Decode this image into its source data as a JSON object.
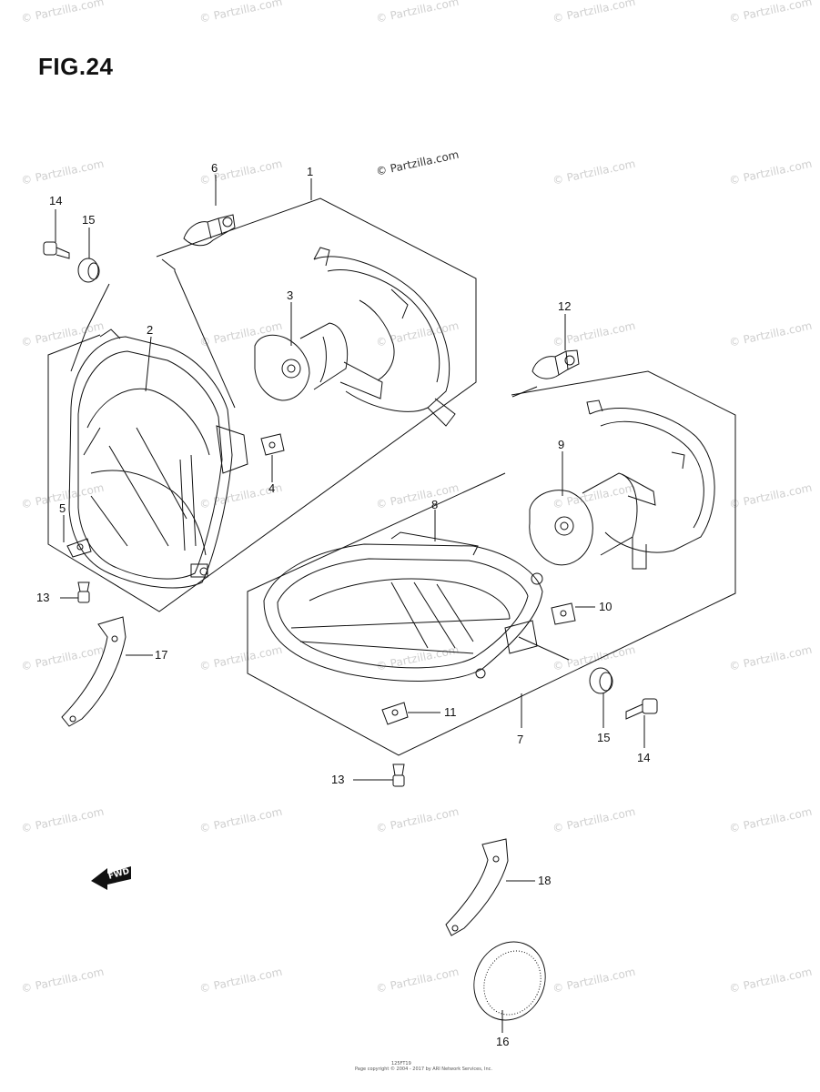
{
  "figure": {
    "title": "FIG.24",
    "fwd_label": "FWD",
    "copyright_notice": "© Partzilla.com",
    "footer_code": "125FT19",
    "footer_text": "Page copyright © 2004 - 2017 by ARI Network Services, Inc."
  },
  "watermarks": {
    "text": "© Partzilla.com"
  },
  "callouts": [
    {
      "id": "1",
      "label": "1"
    },
    {
      "id": "2",
      "label": "2"
    },
    {
      "id": "3",
      "label": "3"
    },
    {
      "id": "4",
      "label": "4"
    },
    {
      "id": "5",
      "label": "5"
    },
    {
      "id": "6",
      "label": "6"
    },
    {
      "id": "7",
      "label": "7"
    },
    {
      "id": "8",
      "label": "8"
    },
    {
      "id": "9",
      "label": "9"
    },
    {
      "id": "10",
      "label": "10"
    },
    {
      "id": "11",
      "label": "11"
    },
    {
      "id": "12",
      "label": "12"
    },
    {
      "id": "13a",
      "label": "13"
    },
    {
      "id": "13b",
      "label": "13"
    },
    {
      "id": "14a",
      "label": "14"
    },
    {
      "id": "14b",
      "label": "14"
    },
    {
      "id": "15a",
      "label": "15"
    },
    {
      "id": "15b",
      "label": "15"
    },
    {
      "id": "16",
      "label": "16"
    },
    {
      "id": "17",
      "label": "17"
    },
    {
      "id": "18",
      "label": "18"
    }
  ],
  "colors": {
    "line": "#111111",
    "watermark": "#cfcfcf",
    "background": "#ffffff"
  }
}
